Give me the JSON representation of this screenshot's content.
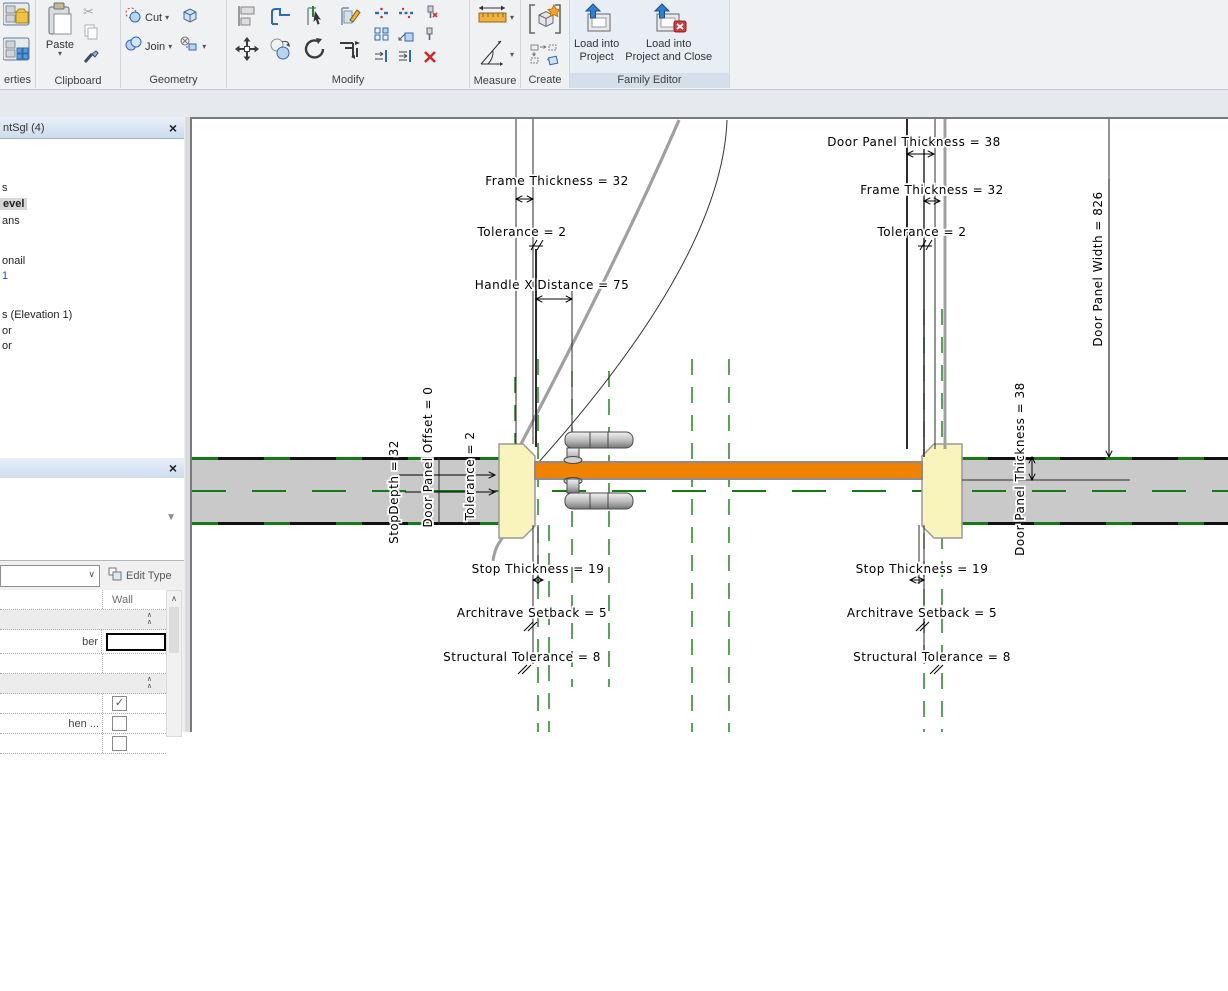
{
  "ribbon": {
    "properties_label": "erties",
    "clipboard": {
      "label": "Clipboard",
      "paste": "Paste"
    },
    "geometry": {
      "label": "Geometry",
      "cut": "Cut",
      "join": "Join"
    },
    "modify_label": "Modify",
    "measure_label": "Measure",
    "create_label": "Create",
    "family_editor": {
      "label": "Family Editor",
      "load1a": "Load into",
      "load1b": "Project",
      "load2a": "Load into",
      "load2b": "Project and Close"
    }
  },
  "browser": {
    "title": "ntSgl (4)",
    "close": "×",
    "items": [
      {
        "label": "s"
      },
      {
        "label": "evel"
      },
      {
        "label": "ans"
      },
      {
        "label": "onail"
      },
      {
        "label": "1"
      },
      {
        "label": "s (Elevation 1)"
      },
      {
        "label": "or"
      },
      {
        "label": "or"
      }
    ]
  },
  "properties_palette": {
    "close": "×",
    "edit_type": "Edit Type",
    "host_value": "Wall",
    "number_label": "ber",
    "checkbox2_label": "hen ...",
    "check_glyph": "✓"
  },
  "canvas": {
    "dims": {
      "frame_thickness_left": "Frame Thickness = 32",
      "tolerance_left": "Tolerance = 2",
      "handle_x_distance": "Handle X Distance = 75",
      "door_panel_thickness_top": "Door Panel Thickness = 38",
      "frame_thickness_right": "Frame Thickness = 32",
      "tolerance_right": "Tolerance = 2",
      "door_panel_width": "Door Panel Width = 826",
      "door_panel_thickness_right": "Door Panel Thickness = 38",
      "stop_depth": "StopDepth = 32",
      "door_panel_offset": "Door Panel Offset = 0",
      "tolerance_wall": "Tolerance = 2",
      "stop_thickness_left": "Stop Thickness = 19",
      "architrave_setback_left": "Architrave Setback = 5",
      "structural_tolerance_left": "Structural Tolerance = 8",
      "stop_thickness_right": "Stop Thickness = 19",
      "architrave_setback_right": "Architrave Setback = 5",
      "structural_tolerance_right": "Structural Tolerance = 8"
    },
    "colors": {
      "wall_fill": "#c9c9c9",
      "door_panel": "#ef8200",
      "frame_fill": "#f8f4bb",
      "reference_plane": "#157a15",
      "swing_arc": "#a0a0a0"
    }
  }
}
